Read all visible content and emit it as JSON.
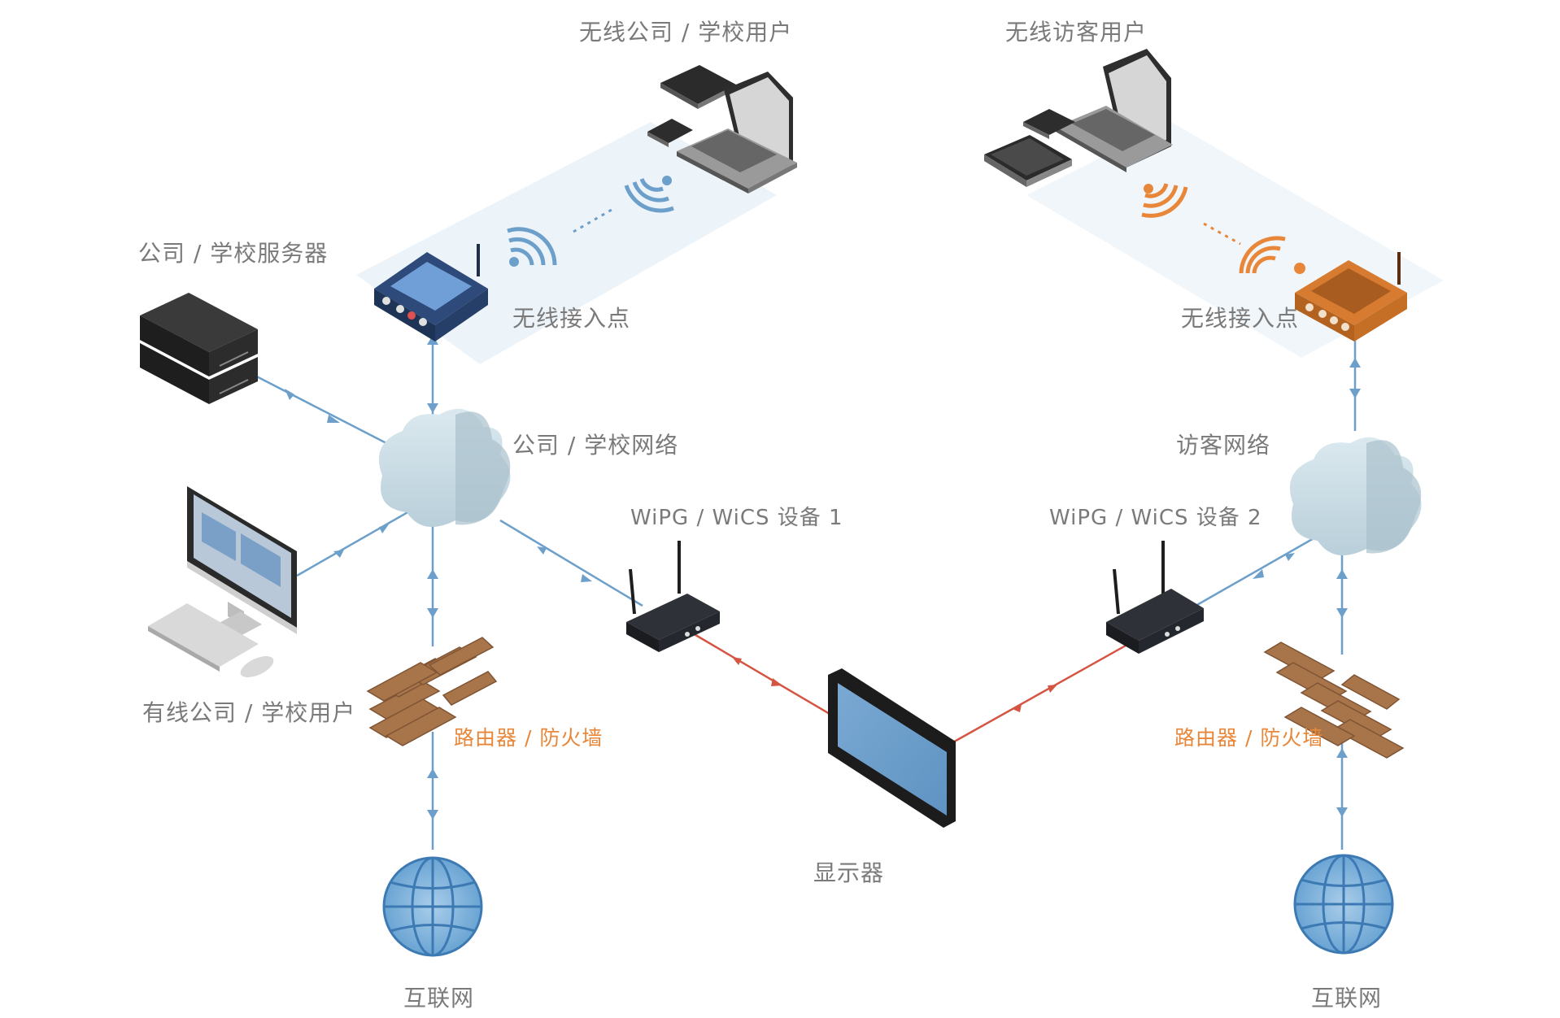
{
  "labels": {
    "wireless_corp_users": "无线公司 / 学校用户",
    "wireless_guest_users": "无线访客用户",
    "corp_servers": "公司 / 学校服务器",
    "wap_left": "无线接入点",
    "wap_right": "无线接入点",
    "corp_network": "公司 / 学校网络",
    "guest_network": "访客网络",
    "wipg_device1": "WiPG / WiCS 设备 1",
    "wipg_device2": "WiPG / WiCS 设备 2",
    "wired_corp_users": "有线公司 / 学校用户",
    "router_firewall_left": "路由器 / 防火墙",
    "router_firewall_right": "路由器 / 防火墙",
    "display": "显示器",
    "internet_left": "互联网",
    "internet_right": "互联网"
  },
  "colors": {
    "link_blue": "#6d9fcb",
    "link_red": "#d65442",
    "accent_orange": "#e8873a",
    "label_gray": "#7a7a7a",
    "cloud": "#c9dde6",
    "brick": "#a8744a",
    "display_screen": "#6b9ecb"
  },
  "icons": [
    "server-icon",
    "wireless-ap-icon",
    "cloud-icon",
    "desktop-icon",
    "firewall-icon",
    "globe-icon",
    "wipg-router-icon",
    "display-icon",
    "laptop-icon",
    "tablet-icon",
    "phone-icon",
    "wifi-signal-icon"
  ]
}
